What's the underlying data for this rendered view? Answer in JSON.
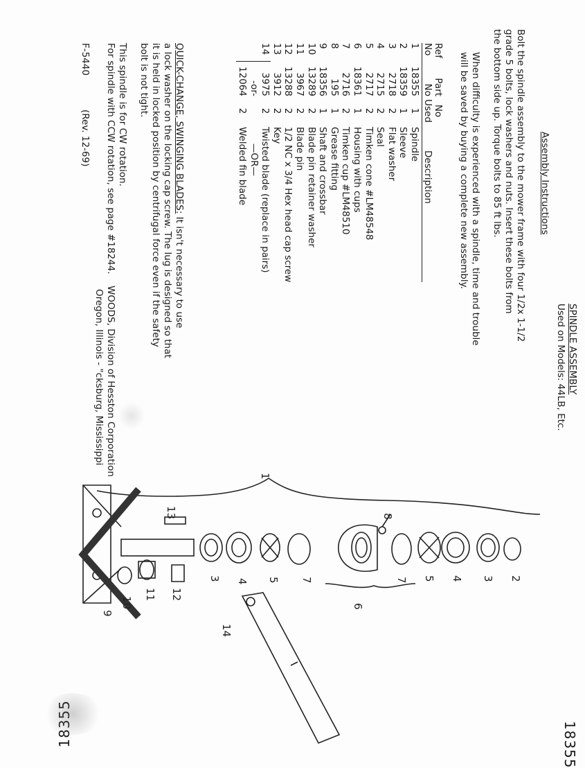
{
  "doc": {
    "title": "SPINDLE ASSEMBLY",
    "models": "Used on Models: 44LB, Etc.",
    "section_heading": "Assembly Instructions",
    "para1": [
      "Bolt the spindle assembly to the mower frame with four 1/2x 1-1/2",
      "grade 5 bolts, lock washers and nuts.  Insert these bolts from",
      "the bottom side up.  Torque bolts to 85 ft lbs."
    ],
    "para2": [
      "When difficulty is experienced with a spindle, time and trouble",
      "will be saved by buying a complete new assembly."
    ],
    "page_number": "18355",
    "footer_number": "18355",
    "quick_change_heading": "QUICK-CHANGE, SWINGING BLADES:",
    "quick_change": [
      "It isn't necessary to use",
      "a lock washer on the locking cap screw.  The lug is designed so that",
      "it is held in locked position by centrifugal force even if the safety",
      "bolt is not tight."
    ],
    "rotation1": "This spindle is for CW rotation.",
    "rotation2": "For spindle with CCW rotation, see page #18244.",
    "form_no": "F-5440",
    "rev": "(Rev. 12-69)",
    "company1": "WOODS, Division of Hesston Corporation",
    "company2": "Oregon, Illinois -  \"cksburg, Mississippi"
  },
  "table": {
    "headers": {
      "ref_top": "Ref",
      "ref_bottom": "No",
      "part_top": "Part",
      "part_bottom": "No",
      "used_top": "No",
      "used_bottom": "Used",
      "description": "Description"
    },
    "rows": [
      {
        "ref": "1",
        "part": "18355",
        "used": "1",
        "desc": "Spindle"
      },
      {
        "ref": "2",
        "part": "18359",
        "used": "1",
        "desc": "Sleeve"
      },
      {
        "ref": "3",
        "part": "2718",
        "used": "2",
        "desc": "Flat washer"
      },
      {
        "ref": "4",
        "part": "2715",
        "used": "2",
        "desc": "Seal"
      },
      {
        "ref": "5",
        "part": "2717",
        "used": "2",
        "desc": "Timken cone  #LM48548"
      },
      {
        "ref": "6",
        "part": "18361",
        "used": "1",
        "desc": "Housing with cups"
      },
      {
        "ref": "7",
        "part": "2716",
        "used": "2",
        "desc": "Timken cup  #LM48510"
      },
      {
        "ref": "8",
        "part": "195",
        "used": "1",
        "desc": "Grease fitting"
      },
      {
        "ref": "9",
        "part": "18356",
        "used": "1",
        "desc": "Shaft and crossbar"
      },
      {
        "ref": "10",
        "part": "13289",
        "used": "2",
        "desc": "Blade pin retainer washer"
      },
      {
        "ref": "11",
        "part": "3967",
        "used": "2",
        "desc": "Blade pin"
      },
      {
        "ref": "12",
        "part": "13288",
        "used": "2",
        "desc": "1/2 NC x 3/4 Hex head cap screw"
      },
      {
        "ref": "13",
        "part": "3912",
        "used": "2",
        "desc": "Key"
      },
      {
        "ref": "14",
        "part": "3975",
        "used": "2",
        "desc": "Twisted blade (replace in pairs)"
      },
      {
        "ref": "",
        "part": "-or-",
        "used": "",
        "desc": "—OR—"
      },
      {
        "ref": "",
        "part": "12064",
        "used": "2",
        "desc": "Welded fin blade"
      }
    ]
  },
  "diagram": {
    "callouts": [
      "1",
      "2",
      "3",
      "4",
      "5",
      "6",
      "7",
      "7",
      "8",
      "9",
      "10",
      "11",
      "12",
      "3",
      "4",
      "5",
      "13",
      "14"
    ]
  }
}
